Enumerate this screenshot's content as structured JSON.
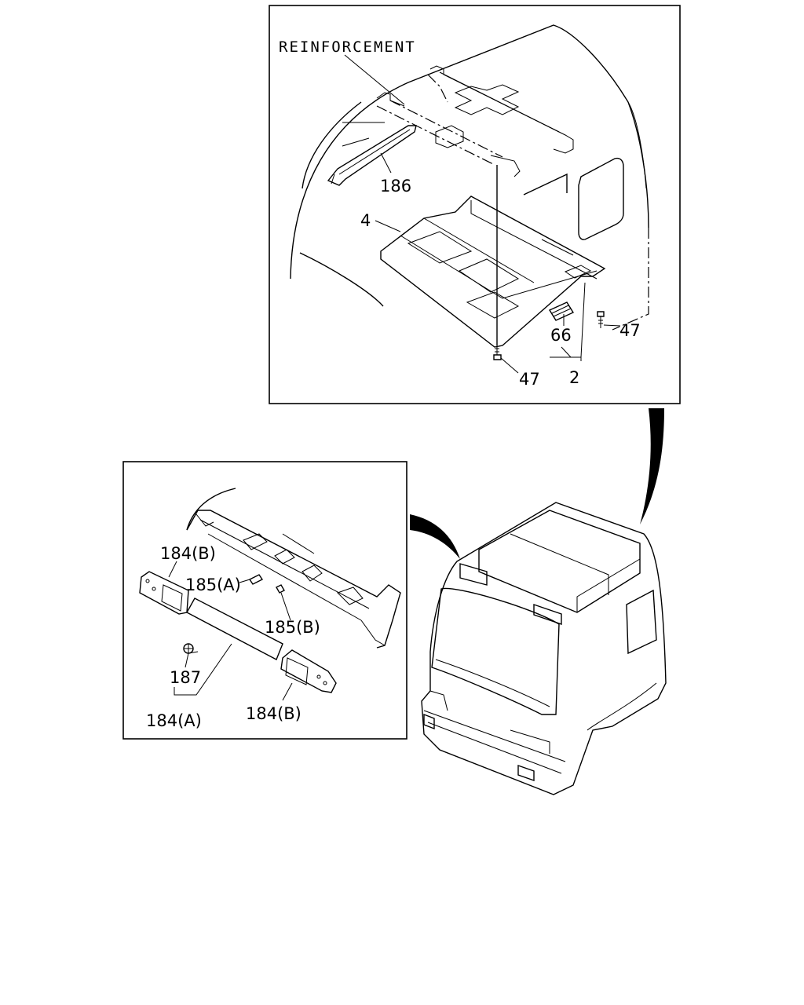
{
  "diagram": {
    "labels": {
      "reinforcement": "REINFORCEMENT",
      "p186": "186",
      "p4": "4",
      "p66": "66",
      "p47a": "47",
      "p47b": "47",
      "p2": "2",
      "p184b_top": "184(B)",
      "p185a": "185(A)",
      "p185b": "185(B)",
      "p187": "187",
      "p184a": "184(A)",
      "p184b_bottom": "184(B)"
    }
  }
}
